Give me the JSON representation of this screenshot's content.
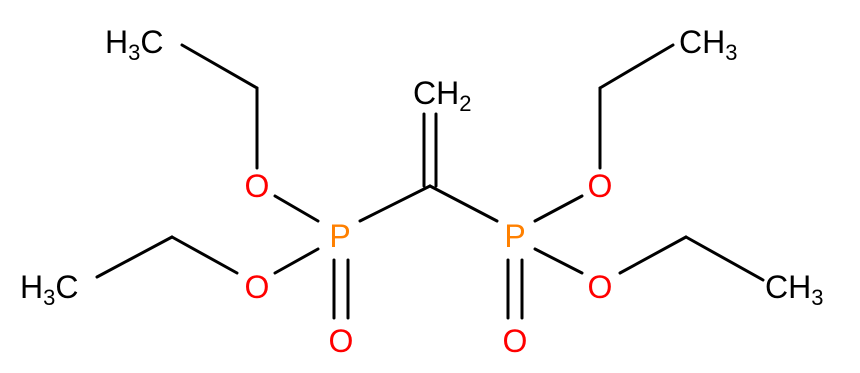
{
  "colors": {
    "bond": "#000000",
    "carbon": "#000000",
    "oxygen": "#ff0000",
    "phosphorus": "#ff8000",
    "background": "#ffffff"
  },
  "atoms": {
    "methyl_top_left": {
      "main": "H",
      "sub": "3",
      "tail": "C"
    },
    "methyl_top_right": {
      "main": "CH",
      "sub": "3"
    },
    "methylene": {
      "main": "CH",
      "sub": "2"
    },
    "methyl_bottom_left": {
      "main": "H",
      "sub": "3",
      "tail": "C"
    },
    "methyl_bottom_right": {
      "main": "CH",
      "sub": "3"
    },
    "oxygen_upper_left": "O",
    "oxygen_lower_left": "O",
    "oxygen_phosphoryl_left": "O",
    "oxygen_upper_right": "O",
    "oxygen_lower_right": "O",
    "oxygen_phosphoryl_right": "O",
    "phosphorus_left": "P",
    "phosphorus_right": "P"
  }
}
